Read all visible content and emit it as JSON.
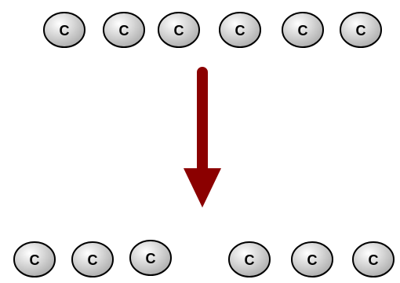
{
  "top_row": {
    "atoms": [
      {
        "label": "C"
      },
      {
        "label": "C"
      },
      {
        "label": "C"
      },
      {
        "label": "C"
      },
      {
        "label": "C"
      },
      {
        "label": "C"
      }
    ]
  },
  "arrow": {
    "color": "#8b0000",
    "direction": "down"
  },
  "bottom_row": {
    "left_group": {
      "atoms": [
        {
          "label": "C"
        },
        {
          "label": "C"
        },
        {
          "label": "C"
        }
      ]
    },
    "right_group": {
      "atoms": [
        {
          "label": "C"
        },
        {
          "label": "C"
        },
        {
          "label": "C"
        }
      ]
    }
  },
  "colors": {
    "atom_fill_light": "#ffffff",
    "atom_fill_dark": "#a9a9a9",
    "atom_outline": "#000000",
    "label": "#000000"
  }
}
